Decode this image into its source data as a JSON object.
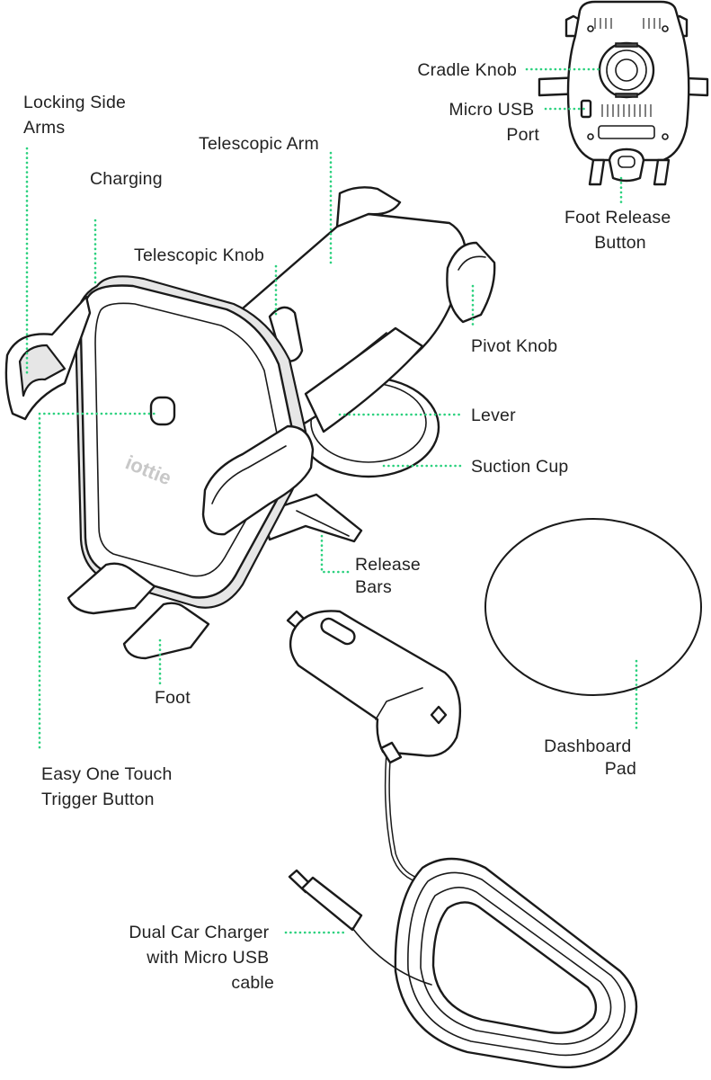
{
  "brand": {
    "logo_text": "iottie"
  },
  "colors": {
    "leader_line": "#2bd17e",
    "outline": "#1a1a1a",
    "label_text": "#222222",
    "background": "#ffffff"
  },
  "labels": {
    "cradle_knob": [
      "Cradle Knob"
    ],
    "micro_usb_port": [
      "Micro USB",
      "Port"
    ],
    "foot_release_button": [
      "Foot Release",
      "Button"
    ],
    "locking_side_arms": [
      "Locking Side",
      "Arms"
    ],
    "telescopic_arm": [
      "Telescopic Arm"
    ],
    "charging": [
      "Charging"
    ],
    "telescopic_knob": [
      "Telescopic Knob"
    ],
    "pivot_knob": [
      "Pivot Knob"
    ],
    "lever": [
      "Lever"
    ],
    "suction_cup": [
      "Suction Cup"
    ],
    "release_bars": [
      "Release",
      "Bars"
    ],
    "foot": [
      "Foot"
    ],
    "easy_one_touch": [
      "Easy One Touch",
      "Trigger Button"
    ],
    "dashboard_pad": [
      "Dashboard",
      "Pad"
    ],
    "dual_car_charger": [
      "Dual Car Charger",
      "with Micro USB",
      "cable"
    ]
  }
}
